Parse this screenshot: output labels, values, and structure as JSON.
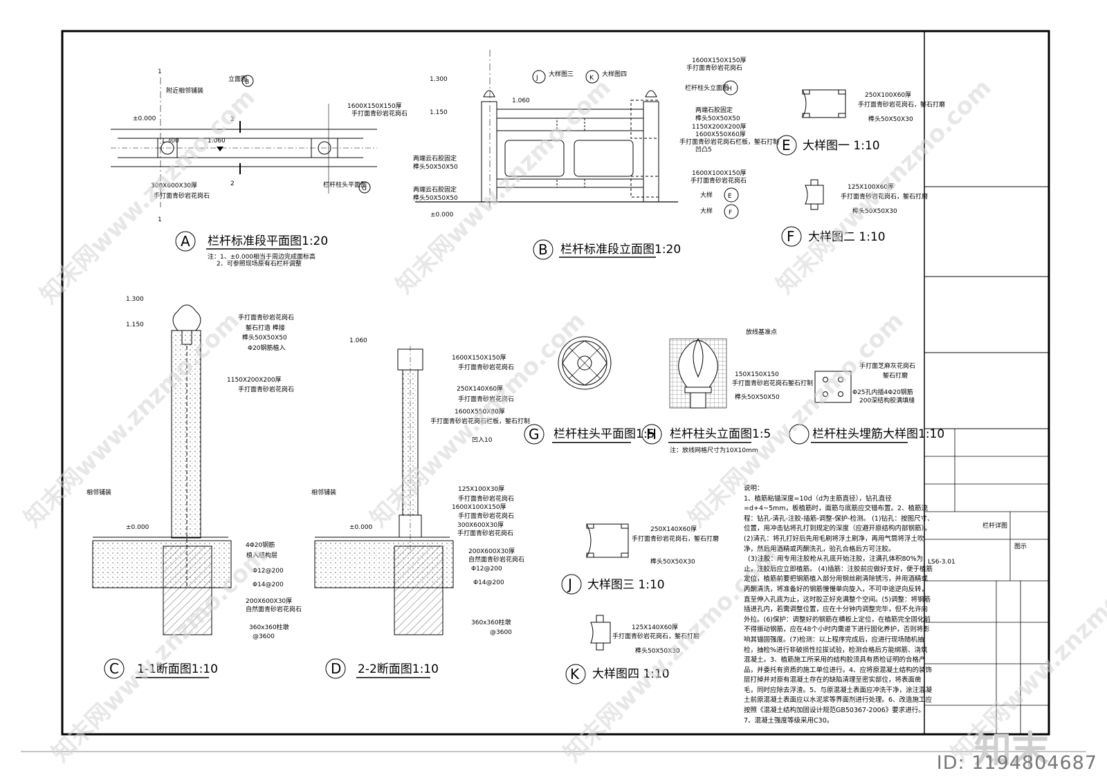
{
  "sheet": {
    "drawing_name": "栏杆详图",
    "drawing_no": "LS6-3.01",
    "sheet_label": "图示"
  },
  "views": {
    "A": {
      "letter": "A",
      "title": "栏杆标准段平面图1:20",
      "note1": "注：1、±0.000相当于周边完成面标高",
      "note2": "2、可参照现场原有石栏杆调整",
      "labels": {
        "sec1": "1",
        "sec2": "2",
        "elev_ref": "立面图",
        "ref_b": "B",
        "near": "附近相邻铺装",
        "lvl0": "±0.000",
        "lvl1": "1.300",
        "lvl2": "1.060",
        "rail1": "1600X150X150厚",
        "rail1b": "手打面青砂岩花岗石",
        "floor1": "300X600X30厚",
        "floor1b": "手打面青砂岩花岗石",
        "post_plan": "栏杆柱头平面图",
        "ref_g": "G"
      }
    },
    "B": {
      "letter": "B",
      "title": "栏杆标准段立面图1:20",
      "labels": {
        "lvl1": "1.300",
        "lvl2": "1.150",
        "lvl3": "1.060",
        "lvl0": "±0.000",
        "j": "J",
        "j_t": "大样图三",
        "k": "K",
        "k_t": "大样图四",
        "l1": "1600X150X150厚",
        "l1b": "手打面青砂岩花岗石",
        "l2": "栏杆柱头立面图",
        "h": "H",
        "l3": "两端石胶固定",
        "l4": "榫头50X50X50",
        "l5": "1150X200X200厚",
        "l6": "1600X550X60厚",
        "l6b": "手打面青砂岩花岗石栏板，錾石打制",
        "l6c": "凹凸5",
        "l7": "1600X100X150厚",
        "l7b": "手打面青砂岩花岗石",
        "e_t": "大样",
        "e": "E",
        "f_t": "大样",
        "f": "F",
        "left1": "两端云石胶固定",
        "left1b": "榫头50X50X50",
        "left2": "两端云石胶固定",
        "left2b": "榫头50X50X50"
      }
    },
    "C": {
      "letter": "C",
      "title": "1-1断面图1:10",
      "labels": {
        "lvl1": "1.300",
        "lvl2": "1.150",
        "lvl0": "±0.000",
        "a1": "手打面青砂岩花岗石",
        "a2": "錾石打造 榫接",
        "a3": "榫头50X50X50",
        "a4": "Φ20钢筋植入",
        "b1": "1150X200X200厚",
        "b2": "手打面青砂岩花岗石",
        "near": "相邻铺装",
        "c1": "4Φ20钢筋",
        "c2": "植入结构层",
        "c3": "Φ12@200",
        "c4": "Φ14@200",
        "c5": "200X600X30厚",
        "c6": "自然面青砂岩花岗石",
        "c7": "360x360柱墩",
        "c8": "@3600"
      }
    },
    "D": {
      "letter": "D",
      "title": "2-2断面图1:10",
      "labels": {
        "lvl3": "1.060",
        "lvl0": "±0.000",
        "near": "相邻铺装",
        "d1": "1600X150X150厚",
        "d1b": "手打面青砂岩花岗石",
        "d2": "250X140X60厚",
        "d2b": "手打面青砂岩花岗石",
        "d3": "1600X550X80厚",
        "d3b": "手打面青砂岩花岗石栏板，錾石打制",
        "d4": "凹入10",
        "d5": "125X100X30厚",
        "d5b": "手打面青砂岩花岗石",
        "d6": "1600X100X150厚",
        "d6b": "手打面青砂岩花岗石",
        "d7": "300X600X30厚",
        "d7b": "手打面青砂岩花岗石",
        "d8": "200X600X30厚",
        "d8b": "自然面青砂岩花岗石",
        "d9": "Φ12@200",
        "d10": "Φ14@200",
        "d11": "360x360柱墩",
        "d12": "@3600"
      }
    },
    "E": {
      "letter": "E",
      "title": "大样图一 1:10",
      "l1": "250X100X60厚",
      "l2": "手打面青砂岩花岗石，錾石打磨",
      "l3": "榫头50X50X30"
    },
    "F": {
      "letter": "F",
      "title": "大样图二 1:10",
      "l1": "125X100X60厚",
      "l2": "手打面青砂岩花岗石，錾石打磨",
      "l3": "榫头50X50X30"
    },
    "G": {
      "letter": "G",
      "title": "栏杆柱头平面图1:5"
    },
    "H": {
      "letter": "H",
      "title": "栏杆柱头立面图1:5",
      "note": "注：放线网格尺寸为10X10mm",
      "grid": "放线基准点",
      "l1": "150X150X150",
      "l2": "手打面青砂岩花岗石錾石打制",
      "l3": "榫头50X50X50"
    },
    "I": {
      "title": "栏杆柱头埋筋大样图1:10",
      "l1": "手打面芝麻灰花岗石",
      "l2": "錾石打磨",
      "l3": "Φ25孔内插4Φ20钢筋",
      "l4": "200深结构胶满填缝"
    },
    "J": {
      "letter": "J",
      "title": "大样图三 1:10",
      "l1": "250X140X60厚",
      "l2": "手打面青砂岩花岗石，錾石打磨",
      "l3": "榫头50X50X30"
    },
    "K": {
      "letter": "K",
      "title": "大样图四 1:10",
      "l1": "125X140X60厚",
      "l2": "手打面青砂岩花岗石，錾石打磨",
      "l3": "榫头50X50X30"
    }
  },
  "notes": {
    "head": "说明：",
    "body": "1、植筋粘锚深度=10d（d为主筋直径），钻孔直径=d+4~5mm，板植筋时，面筋与底筋应交错布置。2、植筋流程：钻孔-清孔-注胶-插筋-调整-保护-检测。 (1)钻孔：按图尺寸、位置，用冲击钻将孔打到规定的深度（应避开原结构内部钢筋）。 (2)清孔：将孔打好后先用毛刷将浮土刷净，再用气筒将浮土吹净，然后用酒精或丙酮洗孔，验孔合格后方可注胶。\n  (3)注胶：用专用注胶枪从孔底开始注胶，注满孔体积80%为止，注胶后应立即植筋。 (4)插筋：注胶前应做好支好，便于植筋定位，植筋前要把钢筋植入部分用钢丝刷清除锈污，并用酒精或丙酮清洗，将准备好的钢筋慢慢单向旋入，不可中途逆向反转，直至伸入孔底为止，这时胶正好充满整个空间。(5)调整：将钢筋插进孔内，若需调整位置，应在十分钟内调整完毕，但不允许向外拉。(6)保护：调整好的钢筋在横板上定位，在植筋完全固化前不得振动钢筋，应在48个小时内需道下进行固化养护，否则将影响其锚固强度。(7)检测：以上程序完成后，应进行现场随机抽检，抽检%进行非破损性拉拔试验，检测合格后方能绑筋、浇筑混凝土。3、植筋施工所采用的结构胶须具有质检证明的合格产品，并委托有资质的施工单位进行。4、应将原混凝土结构的装饰层打掉并对原有混凝土存在的缺陷清理至密实部位，将表面凿毛，同时应除去浮渣。5、与原混凝土表面应冲洗干净，涂注混凝土前原混凝土表面应以水泥浆等界面剂进行处理。6、改造施工应按照《混凝土结构加固设计规范GB50367-2006》要求进行。7、混凝土强度等级采用C30。"
  },
  "watermark": {
    "text": "知末网www.znzmo.com",
    "logo": "知末",
    "id": "ID: 1194804687"
  },
  "colors": {
    "line": "#000000",
    "frame": "#000000",
    "watermark": "#cccccc",
    "paper": "#ffffff"
  }
}
